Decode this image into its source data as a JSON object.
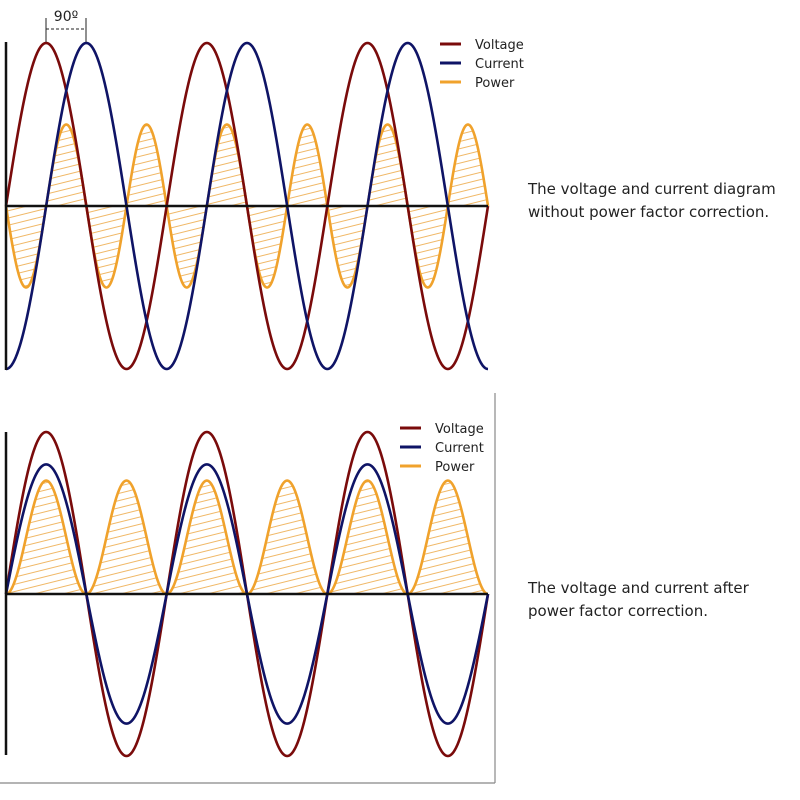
{
  "colors": {
    "voltage": "#7a0b0b",
    "current": "#0f1466",
    "power": "#f0a22c",
    "axis": "#111111"
  },
  "chart_data": [
    {
      "type": "line",
      "title": "Without power factor correction",
      "annotation": "90º",
      "x_unit": "degrees",
      "cycles": 3,
      "series": [
        {
          "name": "Voltage",
          "amplitude": 1.0,
          "phase_deg": 0,
          "kind": "sine"
        },
        {
          "name": "Current",
          "amplitude": 1.0,
          "phase_deg": -90,
          "kind": "sine"
        },
        {
          "name": "Power",
          "amplitude": 0.5,
          "phase_deg": 0,
          "kind": "product"
        }
      ],
      "legend": [
        "Voltage",
        "Current",
        "Power"
      ],
      "legend_position": "top-right",
      "ylim": [
        -1,
        1
      ]
    },
    {
      "type": "line",
      "title": "After power factor correction",
      "x_unit": "degrees",
      "cycles": 3,
      "series": [
        {
          "name": "Voltage",
          "amplitude": 1.0,
          "phase_deg": 0,
          "kind": "sine"
        },
        {
          "name": "Current",
          "amplitude": 0.8,
          "phase_deg": 0,
          "kind": "sine"
        },
        {
          "name": "Power",
          "amplitude": 0.7,
          "phase_deg": 0,
          "kind": "product"
        }
      ],
      "legend": [
        "Voltage",
        "Current",
        "Power"
      ],
      "legend_position": "top-right",
      "ylim": [
        -1,
        1
      ]
    }
  ],
  "captions": {
    "top": [
      "The voltage and current diagram",
      "without power factor correction."
    ],
    "bottom": [
      "The voltage and current after",
      "power factor correction."
    ]
  }
}
